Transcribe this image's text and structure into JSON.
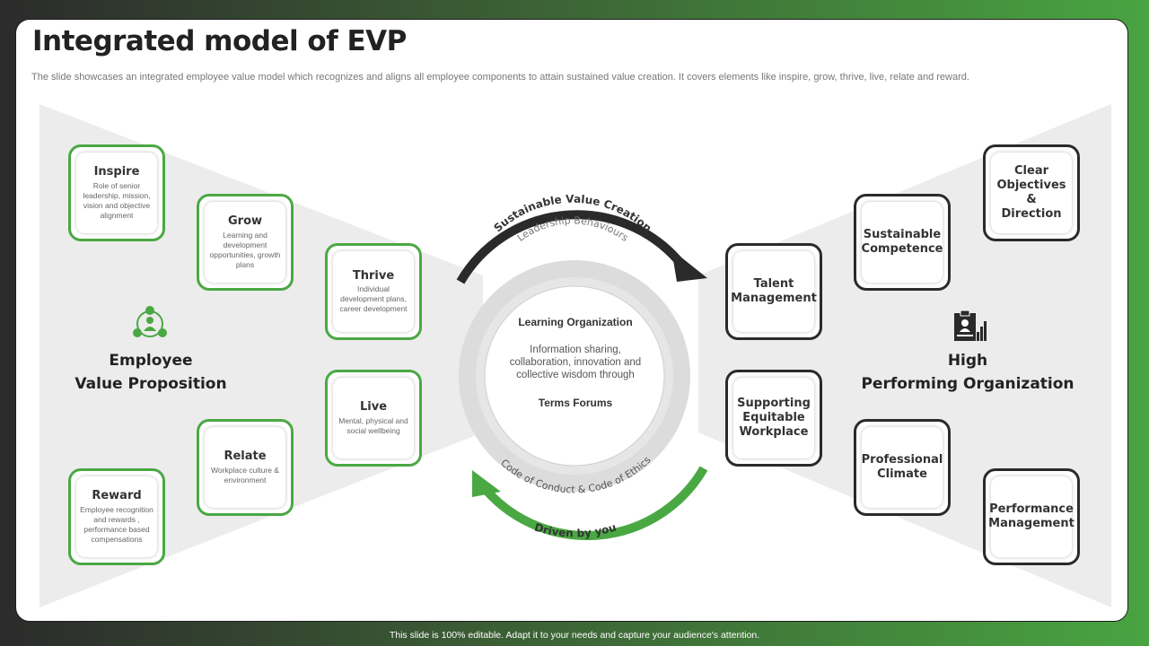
{
  "title": "Integrated model of EVP",
  "subtitle": "The slide showcases an integrated employee value model which recognizes and aligns all employee components to attain sustained value creation. It covers elements like inspire, grow, thrive, live, relate and reward.",
  "left_group": {
    "label_line1": "Employee",
    "label_line2": "Value Proposition",
    "icon": "people-network-icon",
    "cards": [
      {
        "title": "Inspire",
        "desc": "Role of senior leadership, mission, vision and objective alignment"
      },
      {
        "title": "Grow",
        "desc": "Learning and development opportunities, growth plans"
      },
      {
        "title": "Thrive",
        "desc": "Individual development plans, career development"
      },
      {
        "title": "Live",
        "desc": "Mental, physical and social wellbeing"
      },
      {
        "title": "Relate",
        "desc": "Workplace culture & environment"
      },
      {
        "title": "Reward",
        "desc": "Employee recognition and rewards , performance based compensations"
      }
    ]
  },
  "right_group": {
    "label_line1": "High",
    "label_line2": "Performing Organization",
    "icon": "clipboard-chart-icon",
    "cards": [
      {
        "title": "Clear Objectives & Direction"
      },
      {
        "title": "Sustainable Competence"
      },
      {
        "title": "Talent Management"
      },
      {
        "title": "Supporting Equitable Workplace"
      },
      {
        "title": "Professional Climate"
      },
      {
        "title": "Performance Management"
      }
    ]
  },
  "cycle": {
    "top_arrow_label": "Sustainable Value Creation",
    "bottom_arrow_label": "Driven by you",
    "ring_top_label": "Leadership Behaviours",
    "ring_bottom_label": "Code of Conduct & Code of Ethics",
    "center_heading": "Learning Organization",
    "center_text": "Information sharing, collaboration, innovation and collective wisdom through",
    "center_footer": "Terms Forums"
  },
  "colors": {
    "green": "#4aa843",
    "dark": "#2a2a2a",
    "bg_shape": "#ececec"
  },
  "footer": "This slide is 100% editable. Adapt it to your needs and capture your audience's attention."
}
